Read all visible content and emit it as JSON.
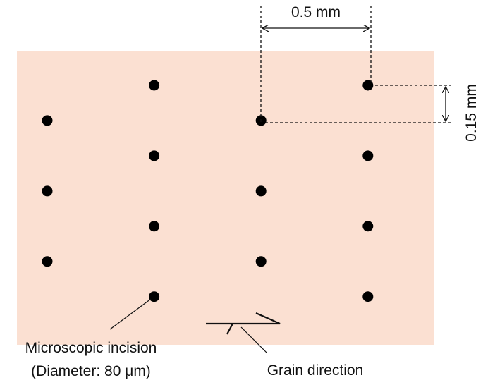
{
  "labels": {
    "spacing_horizontal": "0.5 mm",
    "spacing_vertical": "0.15 mm",
    "incision_line1": "Microscopic incision",
    "incision_line2": "(Diameter: 80 μm)",
    "grain": "Grain direction"
  },
  "colors": {
    "specimen": "#fbe0d2",
    "dot": "#000000",
    "line": "#111111"
  },
  "pattern": {
    "columns": 4,
    "dots_per_column": [
      3,
      4,
      3,
      4
    ],
    "column_pitch_mm": 0.5,
    "row_pitch_mm": 0.3,
    "column_offset_mm": 0.15,
    "incision_diameter_um": 80
  }
}
